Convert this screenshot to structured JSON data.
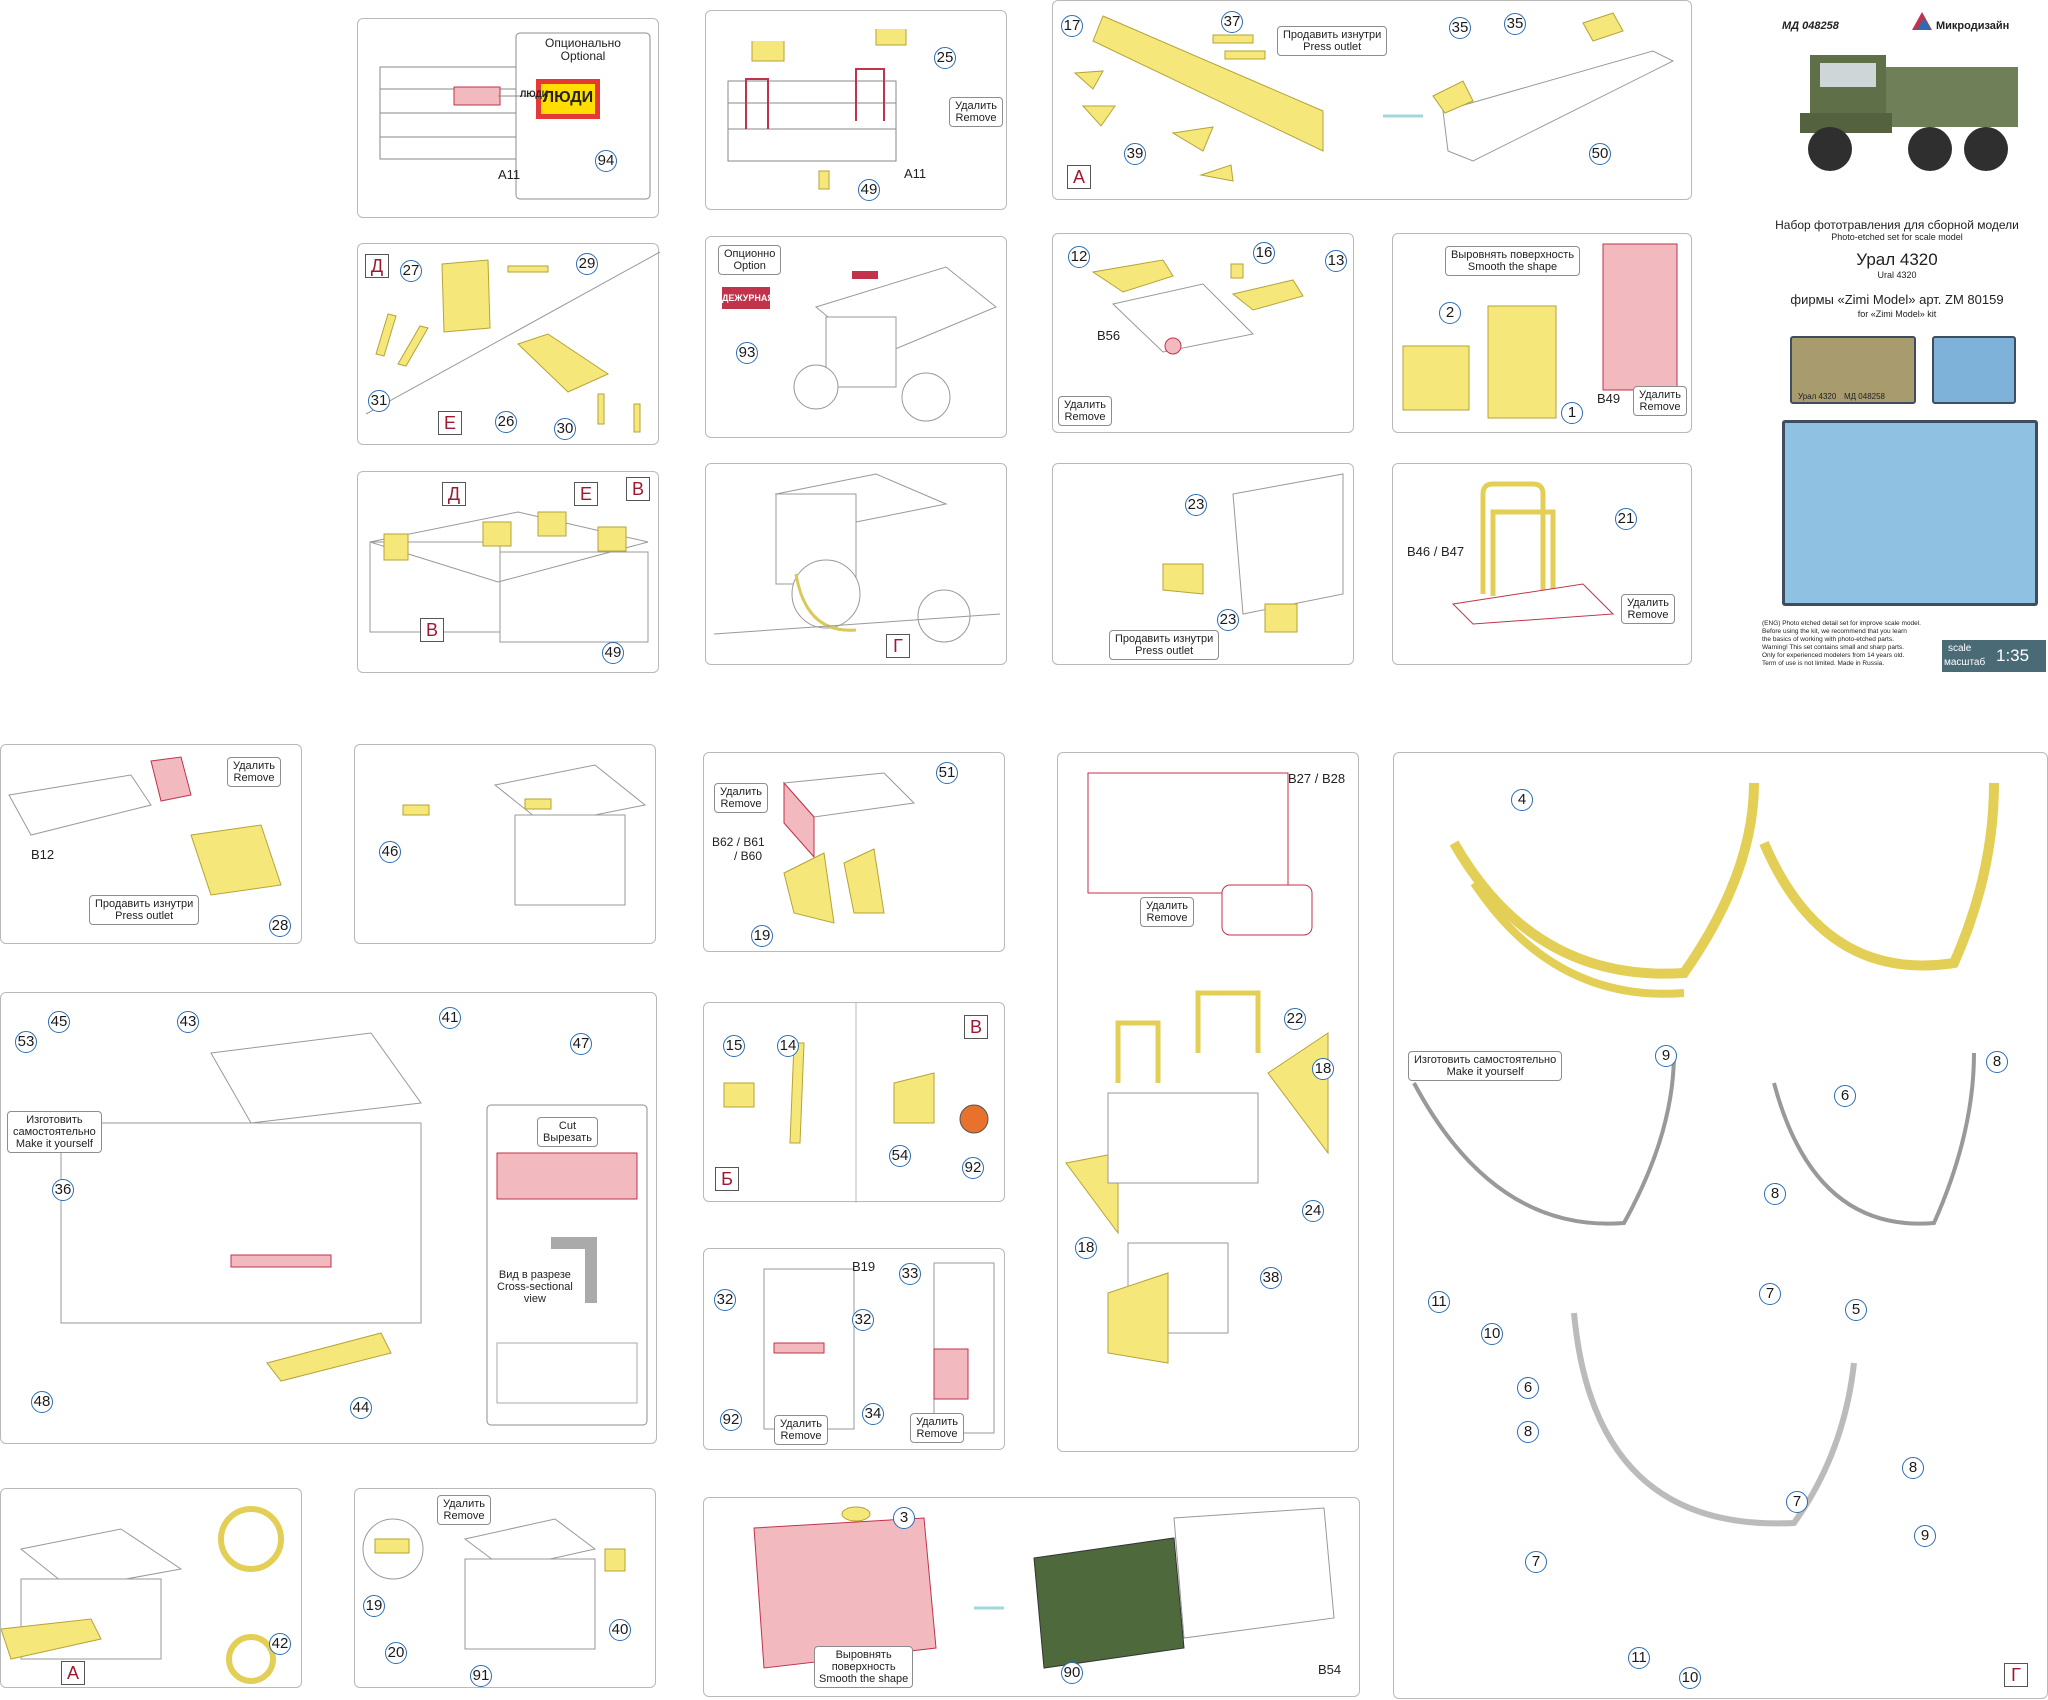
{
  "header": {
    "article": "МД 048258",
    "brand": "Микродизайн",
    "title_ru": "Набор фототравления для сборной модели",
    "title_en": "Photo-etched set for scale model",
    "model_ru": "Урал 4320",
    "model_en": "Ural 4320",
    "kit_ru": "фирмы «Zimi Model» арт. ZM 80159",
    "kit_en": "for «Zimi Model» kit",
    "warning": [
      "(ENG) Photo etched detail set for improve scale model.",
      "Before using the kit, we recommend that you learn",
      "the basics of working with photo-etched parts.",
      "Warning! This set contains small and sharp parts.",
      "Only for experienced modelers from 14 years old.",
      "Term of use is not limited. Made in Russia."
    ],
    "scale_label_en": "scale",
    "scale_label_ru": "масштаб",
    "scale_value": "1:35",
    "sheet_caption_1": "Урал 4320",
    "sheet_caption_2": "МД 048258"
  },
  "notes": {
    "optional_ru": "Опционально",
    "optional_en": "Optional",
    "option_ru": "Опционно",
    "option_en": "Option",
    "remove_ru": "Удалить",
    "remove_en": "Remove",
    "press_ru": "Продавить изнутри",
    "press_en": "Press outlet",
    "smooth_ru": "Выровнять поверхность",
    "smooth_en": "Smooth the shape",
    "smooth2_ru": "Выровнять",
    "smooth2_ru_2": "поверхность",
    "make_ru": "Изготовить самостоятельно",
    "make_en": "Make it yourself",
    "make2_ru": "Изготовить",
    "make2_ru_2": "самостоятельно",
    "cut_en": "Cut",
    "cut_ru": "Вырезать",
    "section_ru_1": "Вид в разрезе",
    "section_en_1": "Cross-sectional",
    "section_en_2": "view",
    "sign_people": "ЛЮДИ",
    "sign_duty": "ДЕЖУРНАЯ"
  },
  "labels": {
    "A11": "A11",
    "B56": "B56",
    "B49": "B49",
    "B46B47": "B46 / B47",
    "B12": "B12",
    "B62": "B62 / B61",
    "B60": "/ B60",
    "B27B28": "B27 / B28",
    "B19": "B19",
    "B54": "B54"
  },
  "letters": {
    "D": "Д",
    "E": "Е",
    "V": "В",
    "A": "А",
    "G": "Г",
    "B": "Б"
  },
  "numbers": {
    "p94": "94",
    "p25": "25",
    "p49": "49",
    "p17": "17",
    "p37": "37",
    "p39": "39",
    "p35a": "35",
    "p35b": "35",
    "p50": "50",
    "p27": "27",
    "p29": "29",
    "p31": "31",
    "p26": "26",
    "p30": "30",
    "p93": "93",
    "p12": "12",
    "p16": "16",
    "p13": "13",
    "p2": "2",
    "p1": "1",
    "p49b": "49",
    "p23a": "23",
    "p23b": "23",
    "p21": "21",
    "p28": "28",
    "p46": "46",
    "p51": "51",
    "p19": "19",
    "p45": "45",
    "p43": "43",
    "p53": "53",
    "p36": "36",
    "p41": "41",
    "p47": "47",
    "p48": "48",
    "p44": "44",
    "p15": "15",
    "p14": "14",
    "p54": "54",
    "p92": "92",
    "p32a": "32",
    "p33": "33",
    "p32b": "32",
    "p92b": "92",
    "p34": "34",
    "p22": "22",
    "p18a": "18",
    "p18b": "18",
    "p24": "24",
    "p38": "38",
    "p4": "4",
    "p9": "9",
    "p6": "6",
    "p8a": "8",
    "p8b": "8",
    "p11": "11",
    "p10": "10",
    "p7": "7",
    "p5": "5",
    "p6b": "6",
    "p8c": "8",
    "p8d": "8",
    "p7b": "7",
    "p7c": "7",
    "p9b": "9",
    "p11b": "11",
    "p10b": "10",
    "p42": "42",
    "p19b": "19",
    "p20": "20",
    "p91": "91",
    "p40": "40",
    "p3": "3",
    "p90": "90"
  }
}
